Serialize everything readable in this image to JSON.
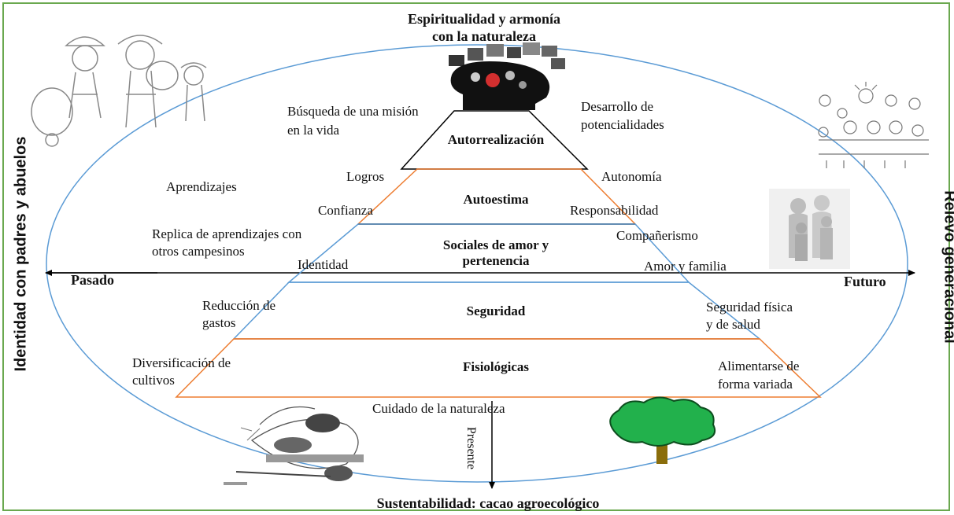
{
  "top_title": {
    "line1": "Espiritualidad y armonía",
    "line2": "con la naturaleza"
  },
  "bottom_title": "Sustentabilidad: cacao agroecológico",
  "axes": {
    "left": "Pasado",
    "right": "Futuro",
    "down": "Presente",
    "left_vertical": "Identidad con padres y abuelos",
    "right_vertical": "Relevo generacional"
  },
  "levels": {
    "autorrealizacion": "Autorrealización",
    "autoestima": "Autoestima",
    "sociales": {
      "line1": "Sociales de amor y",
      "line2": "pertenencia"
    },
    "seguridad": "Seguridad",
    "fisiologicas": "Fisiológicas"
  },
  "labels": {
    "busqueda": {
      "line1": "Búsqueda de una misión",
      "line2": "en la vida"
    },
    "desarrollo": {
      "line1": "Desarrollo de",
      "line2": "potencialidades"
    },
    "logros": "Logros",
    "autonomia": "Autonomía",
    "aprendizajes": "Aprendizajes",
    "confianza": "Confianza",
    "responsabilidad": "Responsabilidad",
    "replica": {
      "line1": "Replica de aprendizajes con",
      "line2": "otros campesinos"
    },
    "companerismo": "Compañerismo",
    "identidad": "Identidad",
    "amor_familia": "Amor y familia",
    "reduccion": {
      "line1": "Reducción de",
      "line2": "gastos"
    },
    "seguridad_fisica": {
      "line1": "Seguridad física",
      "line2": "y de salud"
    },
    "diversificacion": {
      "line1": "Diversificación de",
      "line2": "cultivos"
    },
    "alimentarse": {
      "line1": "Alimentarse de",
      "line2": "forma variada"
    },
    "cuidado": "Cuidado de la naturaleza"
  },
  "colors": {
    "ellipse": "#5b9bd5",
    "frame": "#6aa84f",
    "orange": "#ed7d31",
    "tree_green": "#22b14c",
    "trunk": "#8a6d0b"
  }
}
